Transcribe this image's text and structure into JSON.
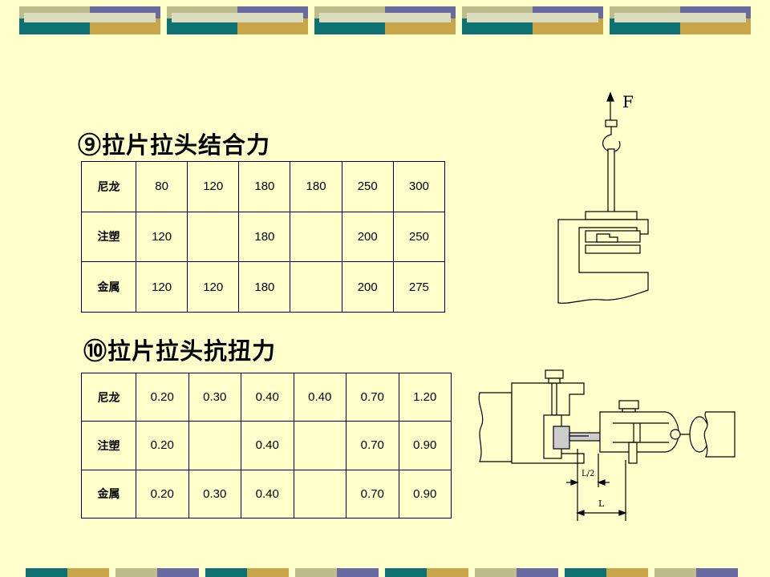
{
  "section1": {
    "title": "⑨拉片拉头结合力",
    "rows": [
      {
        "label": "尼龙",
        "values": [
          "80",
          "120",
          "180",
          "180",
          "250",
          "300"
        ]
      },
      {
        "label": "注塑",
        "values": [
          "120",
          "",
          "180",
          "",
          "200",
          "250"
        ]
      },
      {
        "label": "金属",
        "values": [
          "120",
          "120",
          "180",
          "",
          "200",
          "275"
        ]
      }
    ],
    "figure_label": "F"
  },
  "section2": {
    "title": "⑩拉片拉头抗扭力",
    "rows": [
      {
        "label": "尼龙",
        "values": [
          "0.20",
          "0.30",
          "0.40",
          "0.40",
          "0.70",
          "1.20"
        ]
      },
      {
        "label": "注塑",
        "values": [
          "0.20",
          "",
          "0.40",
          "",
          "0.70",
          "0.90"
        ]
      },
      {
        "label": "金属",
        "values": [
          "0.20",
          "0.30",
          "0.40",
          "",
          "0.70",
          "0.90"
        ]
      }
    ],
    "dim_half_label": "L/2",
    "dim_full_label": "L"
  },
  "theme": {
    "background": "#ffffcc",
    "band_colors": [
      "#bdbd8c",
      "#6a6aa2",
      "#0f7272",
      "#c9a54a",
      "#dcdcbf"
    ]
  }
}
